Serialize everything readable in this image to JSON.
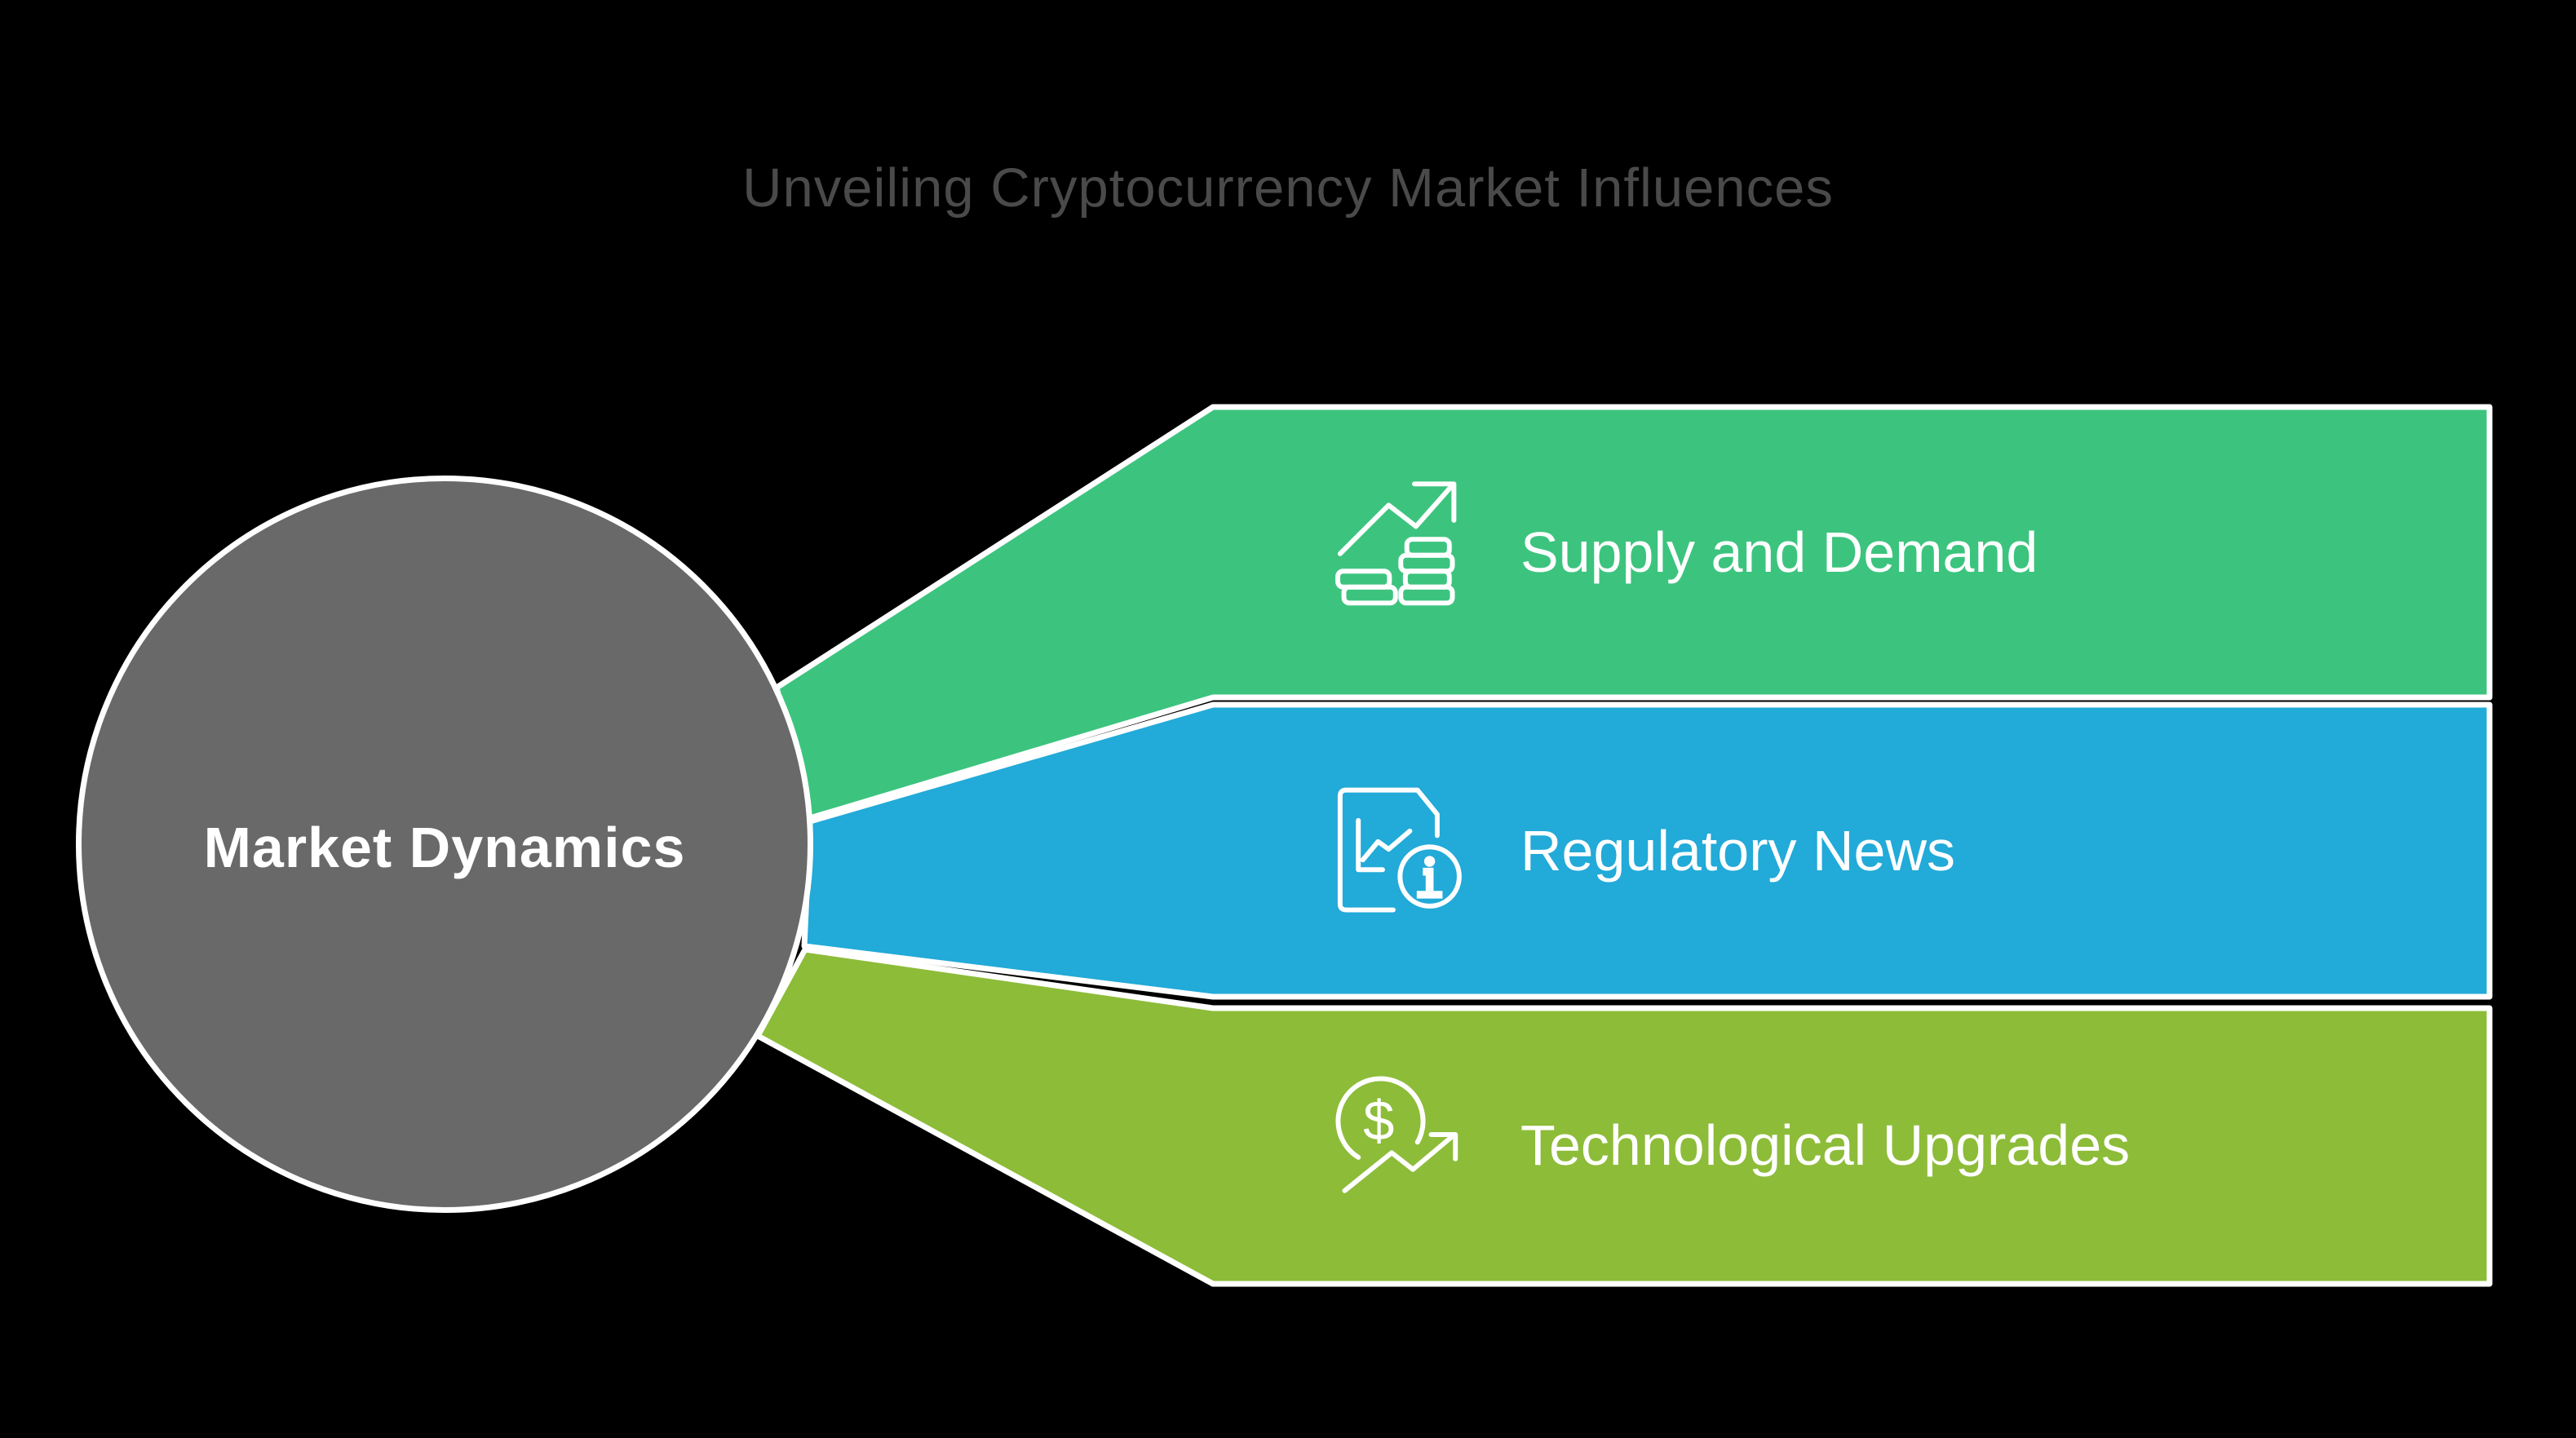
{
  "title": {
    "text": "Unveiling Cryptocurrency Market Influences",
    "color": "#4a4a4a"
  },
  "center_node": {
    "label": "Market Dynamics",
    "fill": "#696969",
    "text_color": "#ffffff",
    "border_color": "#ffffff"
  },
  "bands": [
    {
      "label": "Supply and Demand",
      "color": "#3cc47e",
      "icon": "growth-chart-coins-icon",
      "text_color": "#ffffff"
    },
    {
      "label": "Regulatory News",
      "color": "#22aad8",
      "icon": "document-info-icon",
      "text_color": "#ffffff"
    },
    {
      "label": "Technological Upgrades",
      "color": "#8dbc39",
      "icon": "dollar-growth-arrow-icon",
      "icon_glyph": "$",
      "text_color": "#ffffff"
    }
  ],
  "canvas": {
    "background": "#000000",
    "outline": "#ffffff"
  }
}
